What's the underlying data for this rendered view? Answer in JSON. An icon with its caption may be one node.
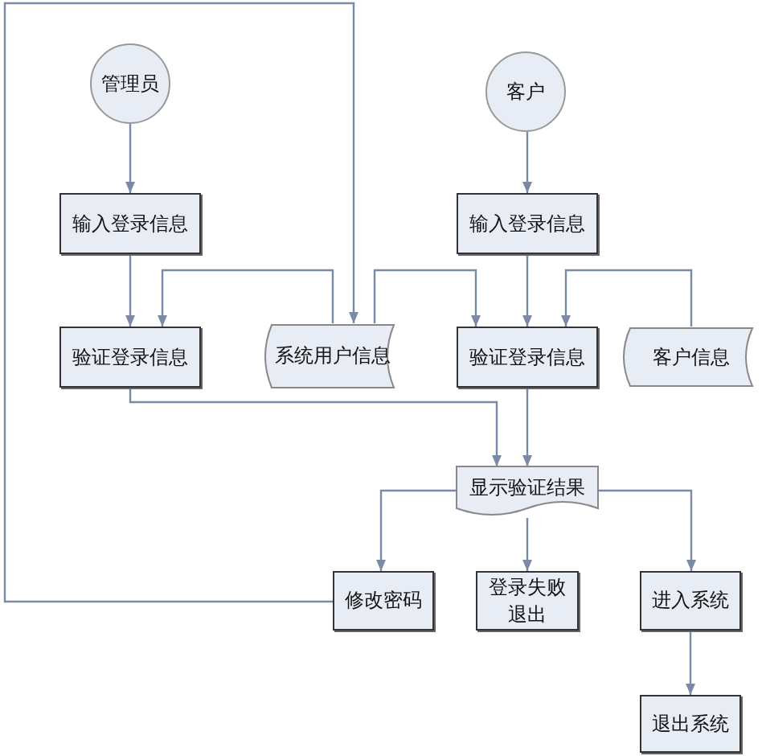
{
  "diagram": {
    "nodes": [
      {
        "text": [
          "管理员"
        ]
      },
      {
        "text": [
          "客户"
        ]
      },
      {
        "text": [
          "输入登录信息"
        ]
      },
      {
        "text": [
          "输入登录信息"
        ]
      },
      {
        "text": [
          "验证登录信息"
        ]
      },
      {
        "text": [
          "系统用户信息"
        ]
      },
      {
        "text": [
          "验证登录信息"
        ]
      },
      {
        "text": [
          "客户信息"
        ]
      },
      {
        "text": [
          "显示验证结果"
        ]
      },
      {
        "text": [
          "修改密码"
        ]
      },
      {
        "text": [
          "登录失败退出"
        ]
      },
      {
        "text": [
          "进入系统"
        ]
      },
      {
        "text": [
          "退出系统"
        ]
      }
    ],
    "edges": [
      {
        "from": 0,
        "to": 2,
        "arrow": "to"
      },
      {
        "from": 1,
        "to": 3,
        "arrow": "to"
      },
      {
        "from": 2,
        "to": 4,
        "arrow": "to"
      },
      {
        "from": 5,
        "to": 4,
        "arrow": "to"
      },
      {
        "from": 9,
        "to": 5,
        "arrow": "to"
      },
      {
        "from": 5,
        "to": 6,
        "arrow": "to"
      },
      {
        "from": 3,
        "to": 6,
        "arrow": "to"
      },
      {
        "from": 7,
        "to": 6,
        "arrow": "to"
      },
      {
        "from": 4,
        "to": 8,
        "arrow": "to"
      },
      {
        "from": 6,
        "to": 8,
        "arrow": "to"
      },
      {
        "from": 8,
        "to": 9,
        "arrow": "to"
      },
      {
        "from": 8,
        "to": 10,
        "arrow": "to"
      },
      {
        "from": 8,
        "to": 11,
        "arrow": "to"
      },
      {
        "from": 11,
        "to": 12,
        "arrow": "to"
      }
    ]
  }
}
